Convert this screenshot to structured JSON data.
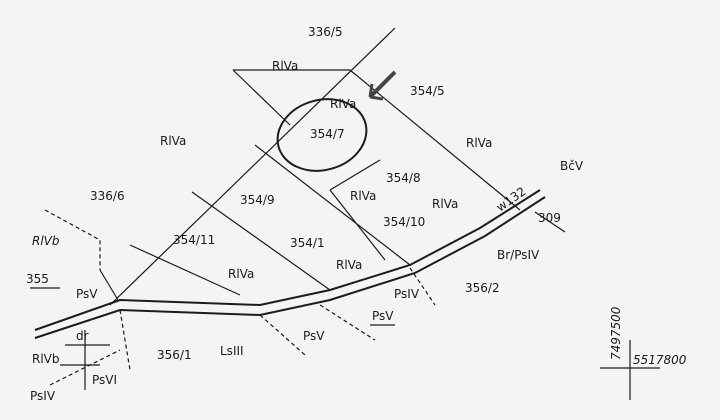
{
  "map": {
    "parcels": {
      "p336_5": "336/5",
      "p354_5": "354/5",
      "p354_7": "354/7",
      "p354_8": "354/8",
      "p354_9": "354/9",
      "p354_10": "354/10",
      "p354_11": "354/11",
      "p354_1": "354/1",
      "p336_6": "336/6",
      "p355": "355",
      "p356_2": "356/2",
      "p356_1": "356/1",
      "p309": "309",
      "pw132": "w132"
    },
    "land_use": {
      "rlva_top": "RlVa",
      "rlva_circle": "RlVa",
      "rlva_left": "RlVa",
      "rlva_right": "RlVa",
      "rlva_mid1": "RlVa",
      "rlva_mid2": "RlVa",
      "rlva_bottom1": "RlVa",
      "rlva_bottom2": "RlVa",
      "bv": "BčV",
      "rlvb_left": "RlVb",
      "psv_left": "PsV",
      "psv_bottom": "PsV",
      "psv_bottom2": "PsV",
      "pslv_mid": "PsIV",
      "br_pslv": "Br/PsIV",
      "lslll": "LsIII",
      "dr": "dr",
      "rlvb_bottom": "RlVb",
      "psvl": "PsVI",
      "pslv_bottom": "PsIV"
    },
    "coordinates": {
      "y_coord": "7497500",
      "x_coord": "5517800"
    }
  }
}
